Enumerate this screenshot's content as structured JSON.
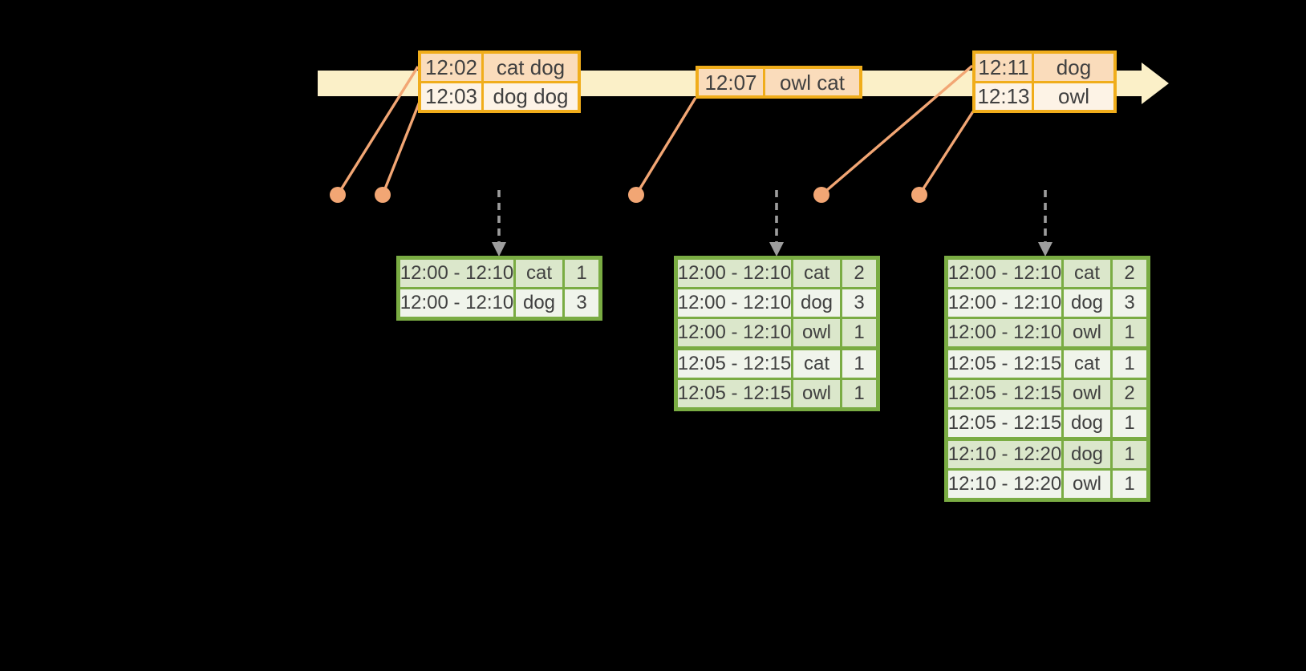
{
  "colors": {
    "background": "#000000",
    "timeline_fill": "#FBF0C8",
    "event_border": "#F0AD1B",
    "event_row_odd": "#FADCBB",
    "event_row_even": "#FDF3E6",
    "connector": "#F2A674",
    "arrow_gray": "#9D9D9D",
    "result_border": "#7AAC43",
    "result_row_odd": "#DBE7CB",
    "result_row_even": "#F0F4EB",
    "text": "#404040"
  },
  "event_tables": [
    {
      "rows": [
        {
          "time": "12:02",
          "words": "cat dog"
        },
        {
          "time": "12:03",
          "words": "dog dog"
        }
      ]
    },
    {
      "rows": [
        {
          "time": "12:07",
          "words": "owl cat"
        }
      ]
    },
    {
      "rows": [
        {
          "time": "12:11",
          "words": "dog"
        },
        {
          "time": "12:13",
          "words": "owl"
        }
      ]
    }
  ],
  "result_tables": [
    {
      "rows": [
        {
          "window": "12:00 - 12:10",
          "word": "cat",
          "count": "1"
        },
        {
          "window": "12:00 - 12:10",
          "word": "dog",
          "count": "3"
        }
      ]
    },
    {
      "rows": [
        {
          "window": "12:00 - 12:10",
          "word": "cat",
          "count": "2"
        },
        {
          "window": "12:00 - 12:10",
          "word": "dog",
          "count": "3"
        },
        {
          "window": "12:00 - 12:10",
          "word": "owl",
          "count": "1"
        },
        {
          "window": "12:05 - 12:15",
          "word": "cat",
          "count": "1"
        },
        {
          "window": "12:05 - 12:15",
          "word": "owl",
          "count": "1"
        }
      ]
    },
    {
      "rows": [
        {
          "window": "12:00 - 12:10",
          "word": "cat",
          "count": "2"
        },
        {
          "window": "12:00 - 12:10",
          "word": "dog",
          "count": "3"
        },
        {
          "window": "12:00 - 12:10",
          "word": "owl",
          "count": "1"
        },
        {
          "window": "12:05 - 12:15",
          "word": "cat",
          "count": "1"
        },
        {
          "window": "12:05 - 12:15",
          "word": "owl",
          "count": "2"
        },
        {
          "window": "12:05 - 12:15",
          "word": "dog",
          "count": "1"
        },
        {
          "window": "12:10 - 12:20",
          "word": "dog",
          "count": "1"
        },
        {
          "window": "12:10 - 12:20",
          "word": "owl",
          "count": "1"
        }
      ]
    }
  ]
}
